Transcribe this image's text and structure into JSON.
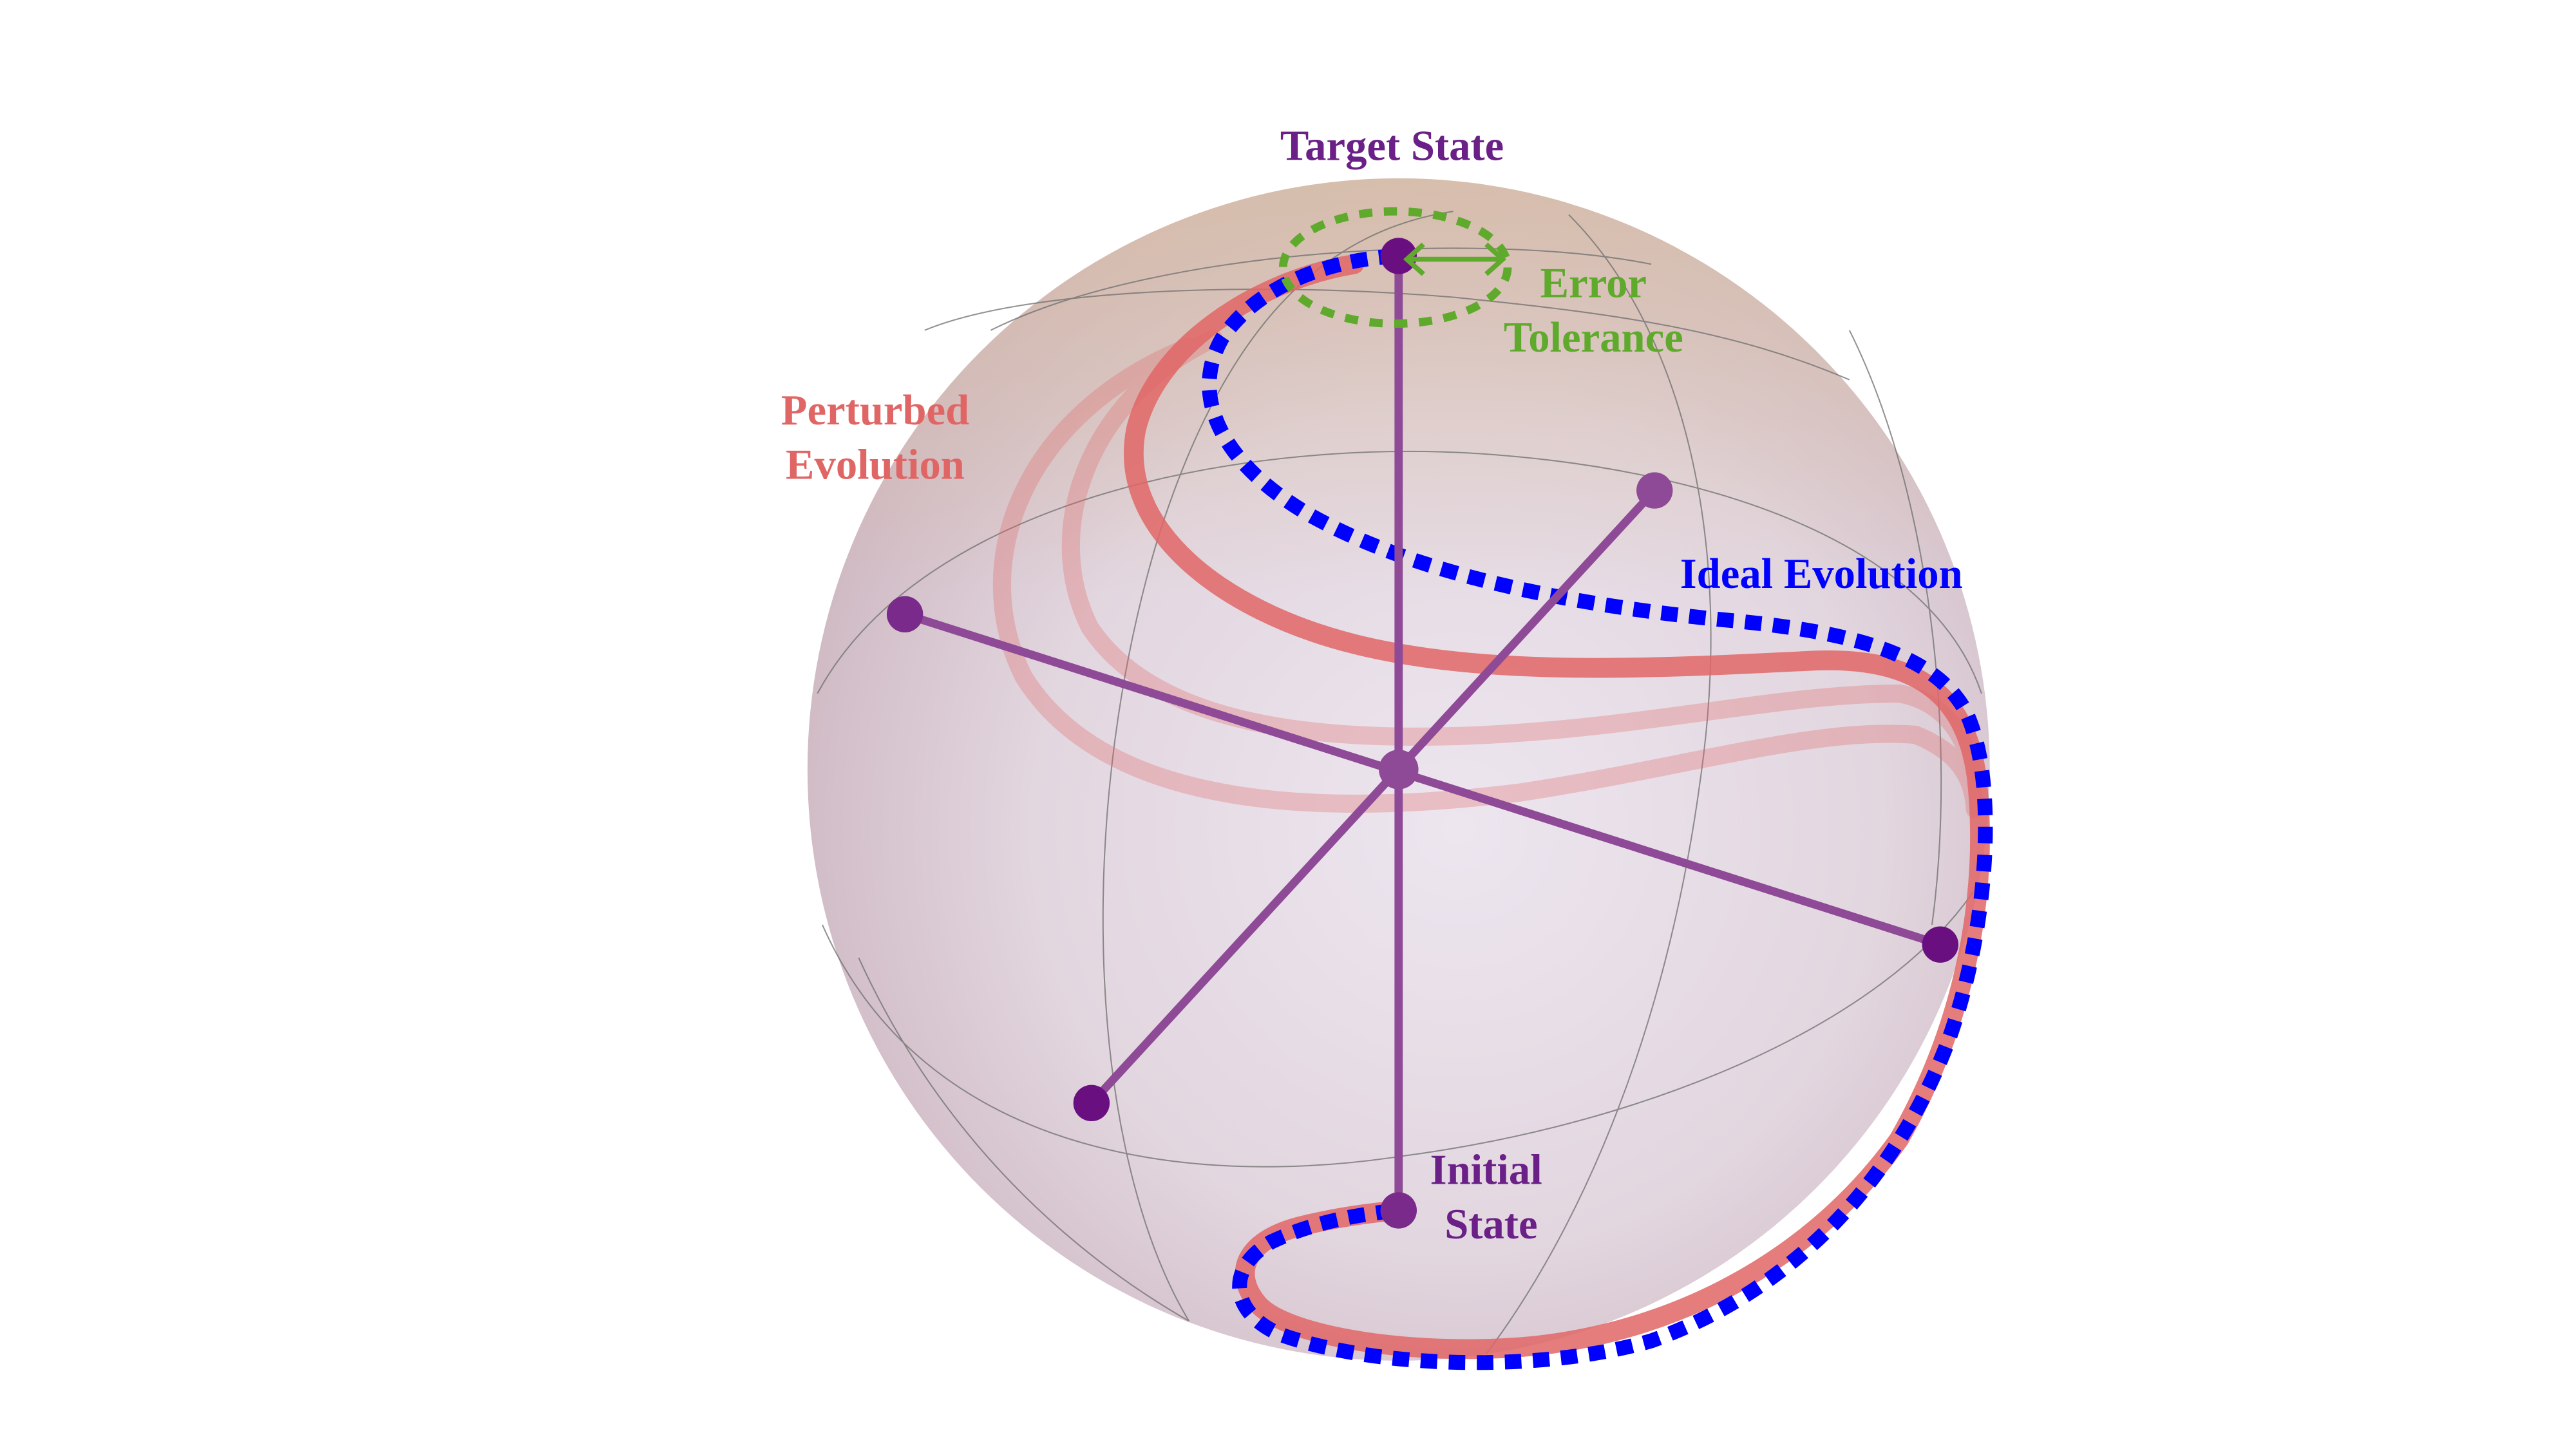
{
  "labels": {
    "target_state": "Target State",
    "error_tolerance": [
      "Error",
      "Tolerance"
    ],
    "perturbed_evolution": [
      "Perturbed",
      "Evolution"
    ],
    "ideal_evolution": "Ideal Evolution",
    "initial_state": [
      "Initial",
      "State"
    ]
  },
  "colors": {
    "state_purple": "#6b2088",
    "axis_purple": "#8e4a96",
    "tolerance_green": "#5faa2d",
    "perturbed_red": "#e06666",
    "ideal_blue": "#0000ff"
  }
}
